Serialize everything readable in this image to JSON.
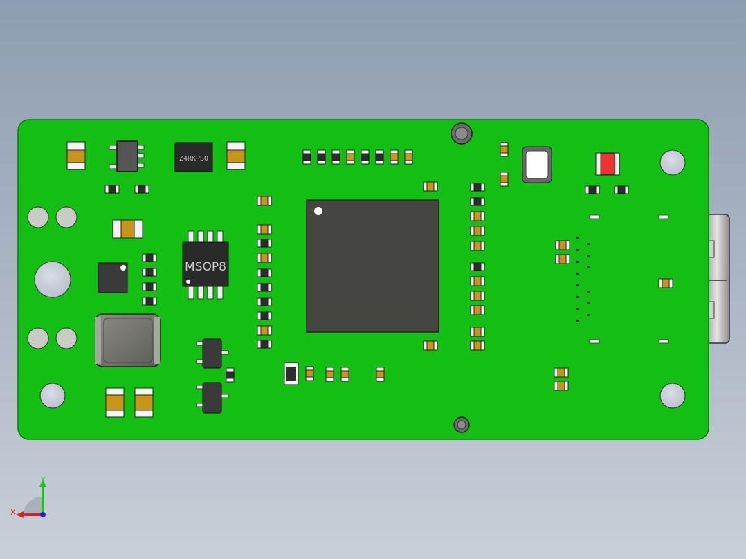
{
  "viewport": {
    "background_top": "#8e9db1",
    "background_bottom": "#c8cfd8"
  },
  "board": {
    "color": "#12bf12",
    "edge_color": "#0a7a0a",
    "ic_marking": "MSOP8",
    "chip_marking": "Z4RKPSO",
    "status_led_color": "#ee3333",
    "pad_color": "#c8951c",
    "component_body_color": "#3a3a3a"
  },
  "triad": {
    "x_label": "X",
    "y_label": "Y",
    "x_color": "#e02020",
    "y_color": "#20c020",
    "z_color": "#2020e0"
  }
}
